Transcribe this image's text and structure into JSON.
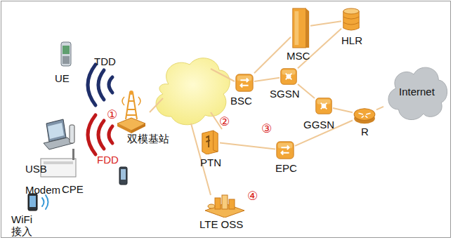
{
  "diagram": {
    "nodes": [
      {
        "text": [
          "双模基站"
        ]
      },
      {
        "text": [
          "BSC"
        ]
      },
      {
        "text": [
          "MSC"
        ]
      },
      {
        "text": [
          "HLR"
        ]
      },
      {
        "text": [
          "SGSN"
        ]
      },
      {
        "text": [
          "GGSN"
        ]
      },
      {
        "text": [
          "R"
        ]
      },
      {
        "text": [
          "Internet"
        ]
      },
      {
        "text": [
          "PTN"
        ]
      },
      {
        "text": [
          "EPC"
        ]
      },
      {
        "text": [
          "LTE OSS"
        ]
      }
    ],
    "edges": [
      {
        "from": 1,
        "to": 2,
        "arrow": "none"
      },
      {
        "from": 1,
        "to": 4,
        "arrow": "none"
      },
      {
        "from": 2,
        "to": 3,
        "arrow": "none"
      },
      {
        "from": 4,
        "to": 3,
        "arrow": "none"
      },
      {
        "from": 4,
        "to": 5,
        "arrow": "none"
      },
      {
        "from": 5,
        "to": 6,
        "arrow": "none"
      },
      {
        "from": 6,
        "to": 7,
        "arrow": "none"
      },
      {
        "from": 8,
        "to": 9,
        "arrow": "none"
      },
      {
        "from": 9,
        "to": 6,
        "arrow": "none"
      }
    ],
    "labels": [
      "UE",
      "TDD",
      "FDD",
      "USB Modem",
      "CPE",
      "WiFi 接入",
      "①",
      "②",
      "③",
      "④"
    ]
  }
}
